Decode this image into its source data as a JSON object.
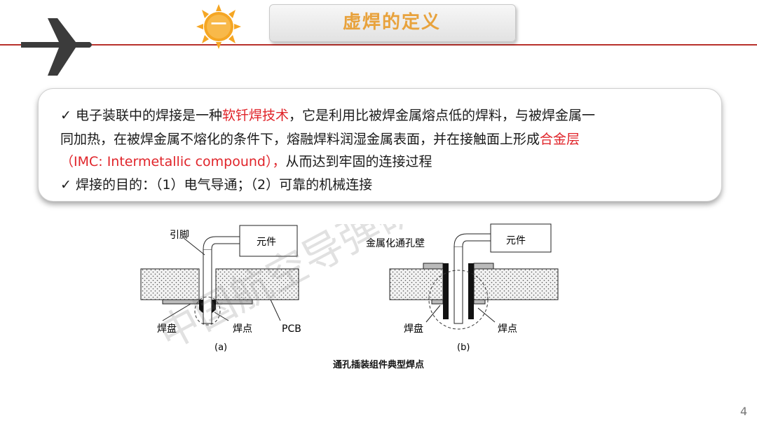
{
  "header": {
    "section_number": "一",
    "title": "虚焊的定义",
    "icons": {
      "plane": "airplane-icon",
      "sun": "sun-badge-icon"
    },
    "colors": {
      "accent_line": "#b8312c",
      "title": "#e8a23c",
      "sun": "#f5a623"
    }
  },
  "content": {
    "check_mark": "✓",
    "line1": {
      "a": "电子装联中的焊接是一种",
      "b": "软钎焊技术",
      "c": "，它是利用比被焊金属熔点低的焊料，与被焊金属一"
    },
    "line2": {
      "a": "同加热，在被焊金属不熔化的条件下，熔融焊料润湿金属表面，并在接触面上形成",
      "b": "合金层"
    },
    "line3": {
      "a": "（IMC: Intermetallic compound），",
      "b": "从而达到牢固的连接过程"
    },
    "line4": "焊接的目的：（1）电气导通；（2）可靠的机械连接",
    "highlight_color": "#e0242a"
  },
  "figure": {
    "a": {
      "lead": "引脚",
      "component": "元件",
      "pad": "焊盘",
      "joint": "焊点",
      "pcb": "PCB",
      "sub": "(a)"
    },
    "b": {
      "via_wall": "金属化通孔壁",
      "component": "元件",
      "pad": "焊盘",
      "joint": "焊点",
      "sub": "(b)"
    },
    "caption": "通孔插装组件典型焊点"
  },
  "watermark": "中国航空导弹研究院",
  "page_number": "4"
}
